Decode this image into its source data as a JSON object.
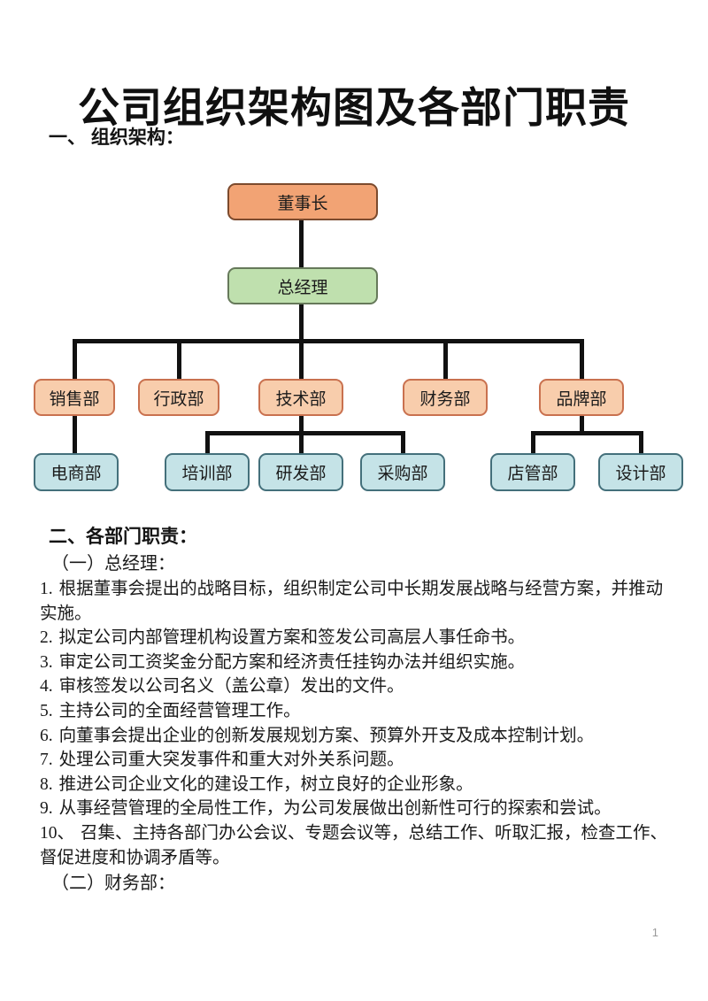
{
  "document": {
    "title": "公司组织架构图及各部门职责",
    "section_one_heading": "一、 组织架构：",
    "section_two_heading": "二、各部门职责：",
    "subsection_one_heading": "（一）总经理：",
    "subsection_two_heading": "（二）财务部：",
    "page_number": "1"
  },
  "org_chart": {
    "root": {
      "label": "董事长"
    },
    "general_manager": {
      "label": "总经理"
    },
    "departments": [
      {
        "label": "销售部"
      },
      {
        "label": "行政部"
      },
      {
        "label": "技术部"
      },
      {
        "label": "财务部"
      },
      {
        "label": "品牌部"
      }
    ],
    "sub_departments": [
      {
        "label": "电商部",
        "parent": "销售部"
      },
      {
        "label": "培训部",
        "parent": "技术部"
      },
      {
        "label": "研发部",
        "parent": "技术部"
      },
      {
        "label": "采购部",
        "parent": "技术部"
      },
      {
        "label": "店管部",
        "parent": "品牌部"
      },
      {
        "label": "设计部",
        "parent": "品牌部"
      }
    ],
    "colors": {
      "chairman-fill": "#F2A374",
      "chairman-border": "#7C4A2D",
      "gm-fill": "#BFE0AE",
      "gm-border": "#66795A",
      "dept-fill": "#F8CDAC",
      "dept-border": "#C9714F",
      "sub-fill": "#C5E3E7",
      "sub-border": "#44707B",
      "line": "#111111"
    }
  },
  "responsibilities": [
    {
      "num": "1.",
      "text": "根据董事会提出的战略目标，组织制定公司中长期发展战略与经营方案，并推动实施。"
    },
    {
      "num": "2.",
      "text": "拟定公司内部管理机构设置方案和签发公司高层人事任命书。"
    },
    {
      "num": "3.",
      "text": "审定公司工资奖金分配方案和经济责任挂钩办法并组织实施。"
    },
    {
      "num": "4.",
      "text": "审核签发以公司名义（盖公章）发出的文件。"
    },
    {
      "num": "5.",
      "text": "主持公司的全面经营管理工作。"
    },
    {
      "num": "6.",
      "text": "向董事会提出企业的创新发展规划方案、预算外开支及成本控制计划。"
    },
    {
      "num": "7.",
      "text": "处理公司重大突发事件和重大对外关系问题。"
    },
    {
      "num": "8.",
      "text": "推进公司企业文化的建设工作，树立良好的企业形象。"
    },
    {
      "num": "9.",
      "text": "从事经营管理的全局性工作，为公司发展做出创新性可行的探索和尝试。"
    },
    {
      "num": "10、",
      "text": "召集、主持各部门办公会议、专题会议等，总结工作、听取汇报，检查工作、督促进度和协调矛盾等。"
    }
  ]
}
